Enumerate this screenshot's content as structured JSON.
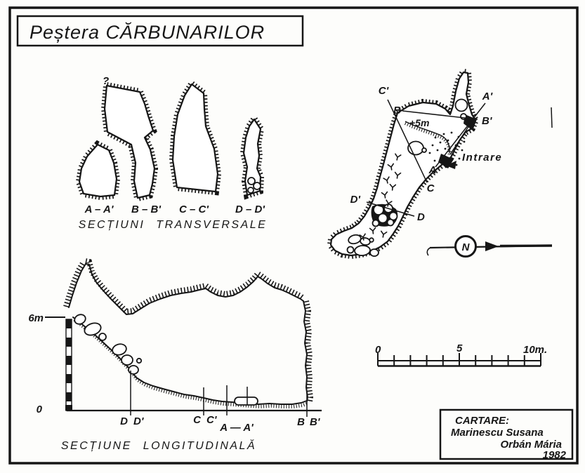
{
  "title": "Peștera CĂRBUNARILOR",
  "cross_sections": {
    "question_mark": "?",
    "labels": {
      "a": "A – A'",
      "b": "B – B'",
      "c": "C – C'",
      "d": "D – D'"
    },
    "caption": "SECȚIUNI TRANSVERSALE"
  },
  "plan": {
    "label_c_prime": "C'",
    "label_b": "B",
    "label_a_prime": "A'",
    "label_b_prime": "B'",
    "elevation": "+5m",
    "entrance": "Intrare",
    "label_a": "A",
    "label_c": "C",
    "label_d_prime": "D'",
    "label_d": "D"
  },
  "north": {
    "letter": "N"
  },
  "long_section": {
    "top_elev": "6m",
    "bottom_elev": "0",
    "marker_d": "D",
    "marker_d_prime": "D'",
    "marker_c": "C",
    "marker_c_prime": "C'",
    "marker_a": "A — A'",
    "marker_b": "B",
    "marker_b_prime": "B'",
    "caption": "SECȚIUNE LONGITUDINALĂ"
  },
  "scale_bar": {
    "zero": "0",
    "five": "5",
    "ten": "10m."
  },
  "credits": {
    "line1": "CARTARE:",
    "line2": "Marinescu Susana",
    "line3": "Orbán Mária",
    "line4": "1982"
  },
  "colors": {
    "ink": "#161616",
    "paper": "#fdfdfb"
  }
}
